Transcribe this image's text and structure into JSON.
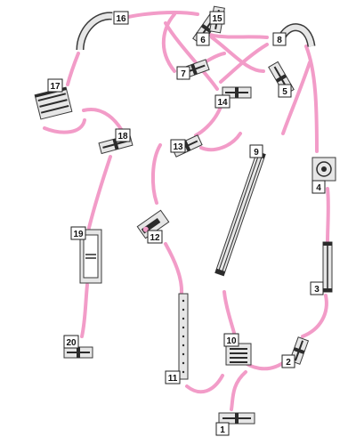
{
  "colors": {
    "track": "#f29cc8",
    "piece_fill": "#e6e6e6",
    "piece_stroke": "#3a3a3a",
    "dark": "#2b2b2b",
    "label_bg": "#ffffff",
    "label_border": "#222222",
    "background": "#ffffff"
  },
  "pieces": [
    {
      "label": "1",
      "kind": "small-connector"
    },
    {
      "label": "2",
      "kind": "small-connector"
    },
    {
      "label": "3",
      "kind": "straight-rail"
    },
    {
      "label": "4",
      "kind": "square-joint"
    },
    {
      "label": "5",
      "kind": "small-connector"
    },
    {
      "label": "6",
      "kind": "small-connector"
    },
    {
      "label": "7",
      "kind": "small-connector"
    },
    {
      "label": "8",
      "kind": "curved-tube"
    },
    {
      "label": "9",
      "kind": "long-beam"
    },
    {
      "label": "10",
      "kind": "grate-panel"
    },
    {
      "label": "11",
      "kind": "perforated-pole"
    },
    {
      "label": "12",
      "kind": "hinge-bracket"
    },
    {
      "label": "13",
      "kind": "small-connector"
    },
    {
      "label": "14",
      "kind": "small-connector"
    },
    {
      "label": "15",
      "kind": "small-connector"
    },
    {
      "label": "16",
      "kind": "curved-tube"
    },
    {
      "label": "17",
      "kind": "ribbed-block"
    },
    {
      "label": "18",
      "kind": "small-connector"
    },
    {
      "label": "19",
      "kind": "tall-panel"
    },
    {
      "label": "20",
      "kind": "small-connector"
    }
  ]
}
